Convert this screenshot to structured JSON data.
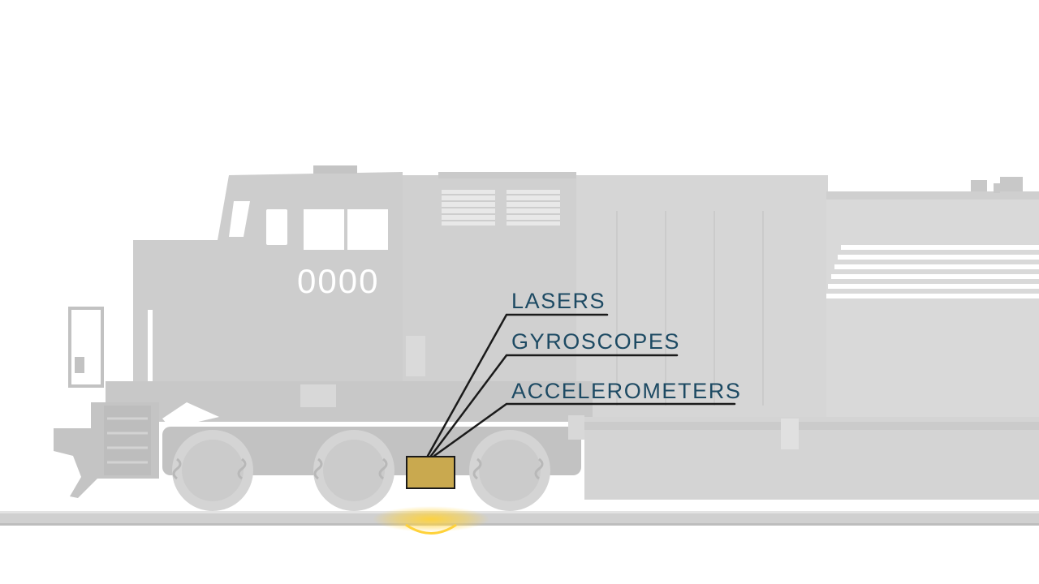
{
  "locomotive": {
    "unit_number": "0000"
  },
  "sensor_package": {
    "labels": [
      "LASERS",
      "GYROSCOPES",
      "ACCELEROMETERS"
    ]
  },
  "colors": {
    "body": "#d2d2d2",
    "body_dark": "#c6c6c6",
    "detail": "#bcbcbc",
    "label_text": "#1d4a63",
    "leader_line": "#1a1a1a",
    "sensor_box": "#c9a94f",
    "laser_glow": "#ffd23a",
    "rail": "#cfcfcf"
  }
}
